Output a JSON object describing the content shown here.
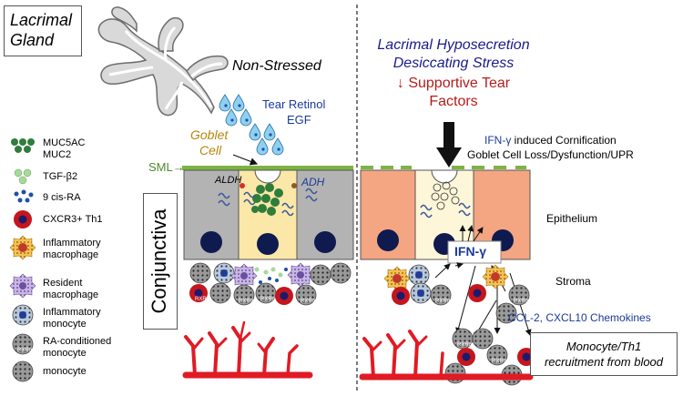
{
  "labels": {
    "lacrimal_gland": [
      "Lacrimal",
      "Gland"
    ],
    "non_stressed": "Non-Stressed",
    "tear_retinol": "Tear Retinol",
    "egf": "EGF",
    "goblet_cell": [
      "Goblet",
      "Cell"
    ],
    "sml": "SML→",
    "aldh": "ALDH",
    "adh": "ADH",
    "conjunctiva": "Conjunctiva",
    "stressed_title": [
      "Lacrimal Hyposecretion",
      "Desiccating Stress"
    ],
    "supportive": [
      "↓ Supportive Tear",
      "Factors"
    ],
    "ifn_cornification_prefix": "IFN-γ",
    "ifn_cornification_rest": " induced Cornification",
    "goblet_loss": "Goblet Cell Loss/Dysfunction/UPR",
    "epithelium": "Epithelium",
    "stroma": "Stroma",
    "ifn_box": "IFN-γ",
    "chemokines": "CCL-2, CXCL10 Chemokines",
    "recruitment": [
      "Monocyte/Th1",
      "recruitment from blood"
    ],
    "rxr": "RXRα"
  },
  "legend": [
    {
      "icon": "muc-granules-icon",
      "lines": [
        "MUC5AC",
        "MUC2"
      ]
    },
    {
      "icon": "tgf-beta2-icon",
      "lines": [
        "TGF-β2"
      ]
    },
    {
      "icon": "cis-ra-icon",
      "lines": [
        "9 cis-RA"
      ]
    },
    {
      "icon": "th1-cell-icon",
      "lines": [
        "CXCR3+ Th1"
      ]
    },
    {
      "icon": "inflammatory-macrophage-icon",
      "lines": [
        "Inflammatory",
        "macrophage"
      ]
    },
    {
      "icon": "resident-macrophage-icon",
      "lines": [
        "Resident",
        "macrophage"
      ]
    },
    {
      "icon": "inflammatory-monocyte-icon",
      "lines": [
        "Inflammatory",
        "monocyte"
      ]
    },
    {
      "icon": "ra-conditioned-monocyte-icon",
      "lines": [
        "RA-conditioned",
        "monocyte"
      ]
    },
    {
      "icon": "monocyte-icon",
      "lines": [
        "monocyte"
      ]
    }
  ],
  "colors": {
    "epithelium_gray": "#b3b3b3",
    "epithelium_orange": "#f4a582",
    "goblet_yellow": "#fbe7a8",
    "nucleus_navy": "#0f1a4f",
    "muc_green": "#2f7d3b",
    "tgf_green": "#a6d99a",
    "ra_blue": "#1f4fa5",
    "th1_red": "#c4161c",
    "blood_red": "#e01b24",
    "sml_green": "#7cb342",
    "stress_blue": "#1a1a8c",
    "stress_red": "#b71c1c"
  }
}
